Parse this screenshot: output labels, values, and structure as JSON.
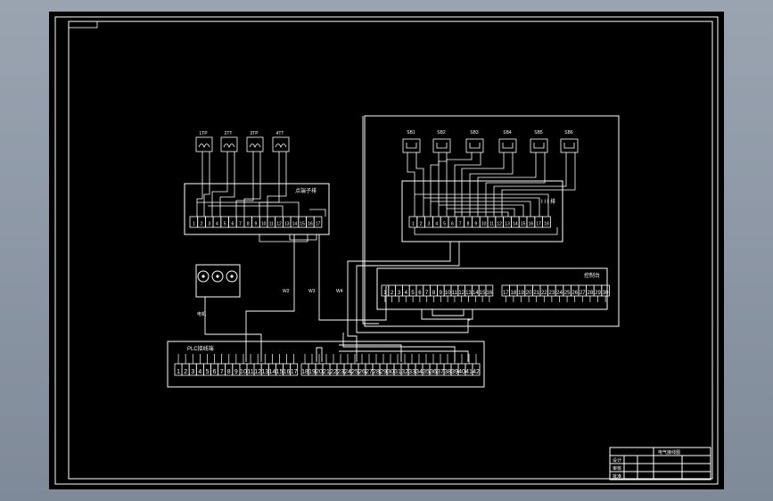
{
  "colors": {
    "background": "#000000",
    "line": "#ffffff",
    "frame_outer": "#8e99a7"
  },
  "lamps": [
    "1TP",
    "2TT",
    "3TP",
    "4TT"
  ],
  "terminal_block_a": {
    "label": "点端子排",
    "terminals": [
      "1",
      "2",
      "3",
      "4",
      "5",
      "6",
      "7",
      "8",
      "9",
      "10",
      "11",
      "12",
      "13",
      "14",
      "15",
      "16",
      "17"
    ]
  },
  "switches": [
    "SB1",
    "SB2",
    "SB3",
    "SB4",
    "SB5",
    "SB6"
  ],
  "terminal_block_b": {
    "label": "I I I 排",
    "terminals": [
      "1",
      "2",
      "3",
      "4",
      "5",
      "6",
      "7",
      "8",
      "9",
      "10",
      "11",
      "12",
      "13",
      "14",
      "15",
      "16",
      "17",
      "18"
    ]
  },
  "terminal_block_c": {
    "label": "控制台",
    "terminals": [
      "1",
      "2",
      "3",
      "4",
      "5",
      "6",
      "7",
      "8",
      "9",
      "10",
      "11",
      "12",
      "13",
      "14",
      "15",
      "16",
      "17",
      "18",
      "19",
      "20",
      "21",
      "22",
      "23",
      "24",
      "25",
      "26",
      "27",
      "28",
      "29",
      "30"
    ]
  },
  "terminal_block_d": {
    "label": "PLC接线端",
    "terminals": [
      "1",
      "2",
      "3",
      "4",
      "5",
      "6",
      "7",
      "8",
      "9",
      "10",
      "11",
      "12",
      "13",
      "14",
      "15",
      "16",
      "17",
      "18",
      "19",
      "20",
      "21",
      "22",
      "23",
      "24",
      "25",
      "26",
      "27",
      "28",
      "29",
      "30",
      "31",
      "32",
      "33",
      "34",
      "35",
      "36",
      "37",
      "38",
      "39",
      "40",
      "41",
      "42"
    ]
  },
  "cables": [
    "W2",
    "W3",
    "W4"
  ],
  "aux_label": "电机",
  "title_block": {
    "title": "电气接线图",
    "rows": [
      "设计",
      "审核",
      "批准"
    ]
  }
}
